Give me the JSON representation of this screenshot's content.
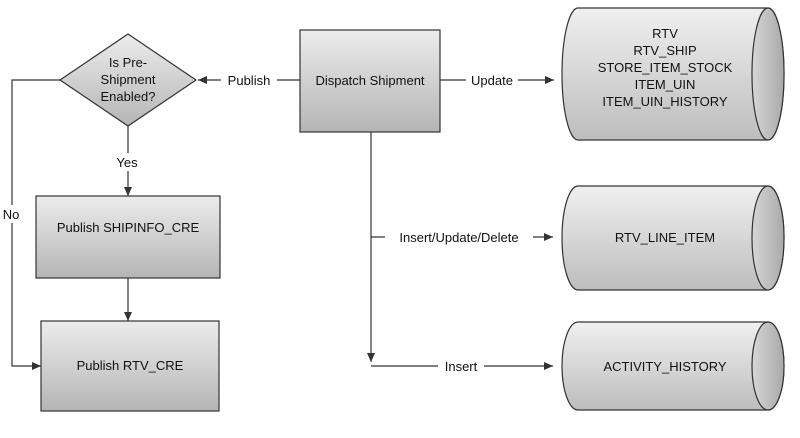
{
  "decision": {
    "lines": [
      "Is Pre-",
      "Shipment",
      "Enabled?"
    ]
  },
  "process": {
    "dispatch": "Dispatch Shipment",
    "publish_shipinfo": "Publish SHIPINFO_CRE",
    "publish_rtv": "Publish RTV_CRE"
  },
  "datastores": {
    "main": [
      "RTV",
      "RTV_SHIP",
      "STORE_ITEM_STOCK",
      "ITEM_UIN",
      "ITEM_UIN_HISTORY"
    ],
    "line_item": "RTV_LINE_ITEM",
    "activity": "ACTIVITY_HISTORY"
  },
  "edges": {
    "publish": "Publish",
    "update": "Update",
    "yes": "Yes",
    "no": "No",
    "insert_update_delete": "Insert/Update/Delete",
    "insert": "Insert"
  },
  "colors": {
    "box_top": "#e8e8e8",
    "box_bottom": "#b9b9b9",
    "stroke": "#333333"
  }
}
